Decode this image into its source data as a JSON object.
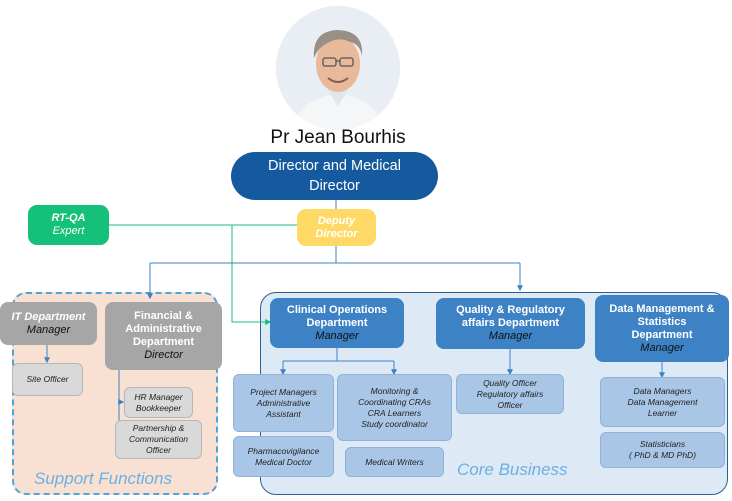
{
  "leader": {
    "name": "Pr Jean Bourhis",
    "role": "Director and Medical Director"
  },
  "deputy": {
    "line1": "Deputy",
    "line2": "Director"
  },
  "rtqa": {
    "line1": "RT-QA",
    "line2": "Expert"
  },
  "support": {
    "label": "Support Functions",
    "it": {
      "title": "IT Department",
      "role": "Manager",
      "sub": "Site Officer"
    },
    "finance": {
      "title_lines": [
        "Financial &",
        "Administrative",
        "Department"
      ],
      "role": "Director",
      "subs": [
        {
          "lines": [
            "HR Manager",
            "Bookkeeper"
          ]
        },
        {
          "lines": [
            "Partnership &",
            "Communication",
            "Officer"
          ]
        }
      ]
    }
  },
  "core": {
    "label": "Core Business",
    "clinical": {
      "title_lines": [
        "Clinical Operations",
        "Department"
      ],
      "role": "Manager",
      "subs": [
        {
          "lines": [
            "Project Managers",
            "Administrative",
            "Assistant"
          ]
        },
        {
          "lines": [
            "Monitoring &",
            "Coordinating CRAs",
            "CRA Learners",
            "Study coordinator"
          ]
        },
        {
          "lines": [
            "Pharmacovigilance",
            "Medical Doctor"
          ]
        },
        {
          "lines": [
            "Medical Writers"
          ]
        }
      ]
    },
    "quality": {
      "title_lines": [
        "Quality & Regulatory",
        "affairs Department"
      ],
      "role": "Manager",
      "subs": [
        {
          "lines": [
            "Quality Officer",
            "Regulatory affairs",
            "Officer"
          ]
        }
      ]
    },
    "data": {
      "title_lines": [
        "Data Management &",
        "Statistics",
        "Department"
      ],
      "role": "Manager",
      "subs": [
        {
          "lines": [
            "Data Managers",
            "Data Management",
            "Learner"
          ]
        },
        {
          "lines": [
            "Statisticians",
            "( PhD & MD PhD)"
          ]
        }
      ]
    }
  },
  "colors": {
    "director": "#155a9e",
    "deputy": "#ffd966",
    "rtqa": "#14c07a",
    "support_bg": "#f8e1d3",
    "core_bg": "#dde9f5",
    "core_head": "#3e82c6",
    "connector": "#3e82c6"
  }
}
